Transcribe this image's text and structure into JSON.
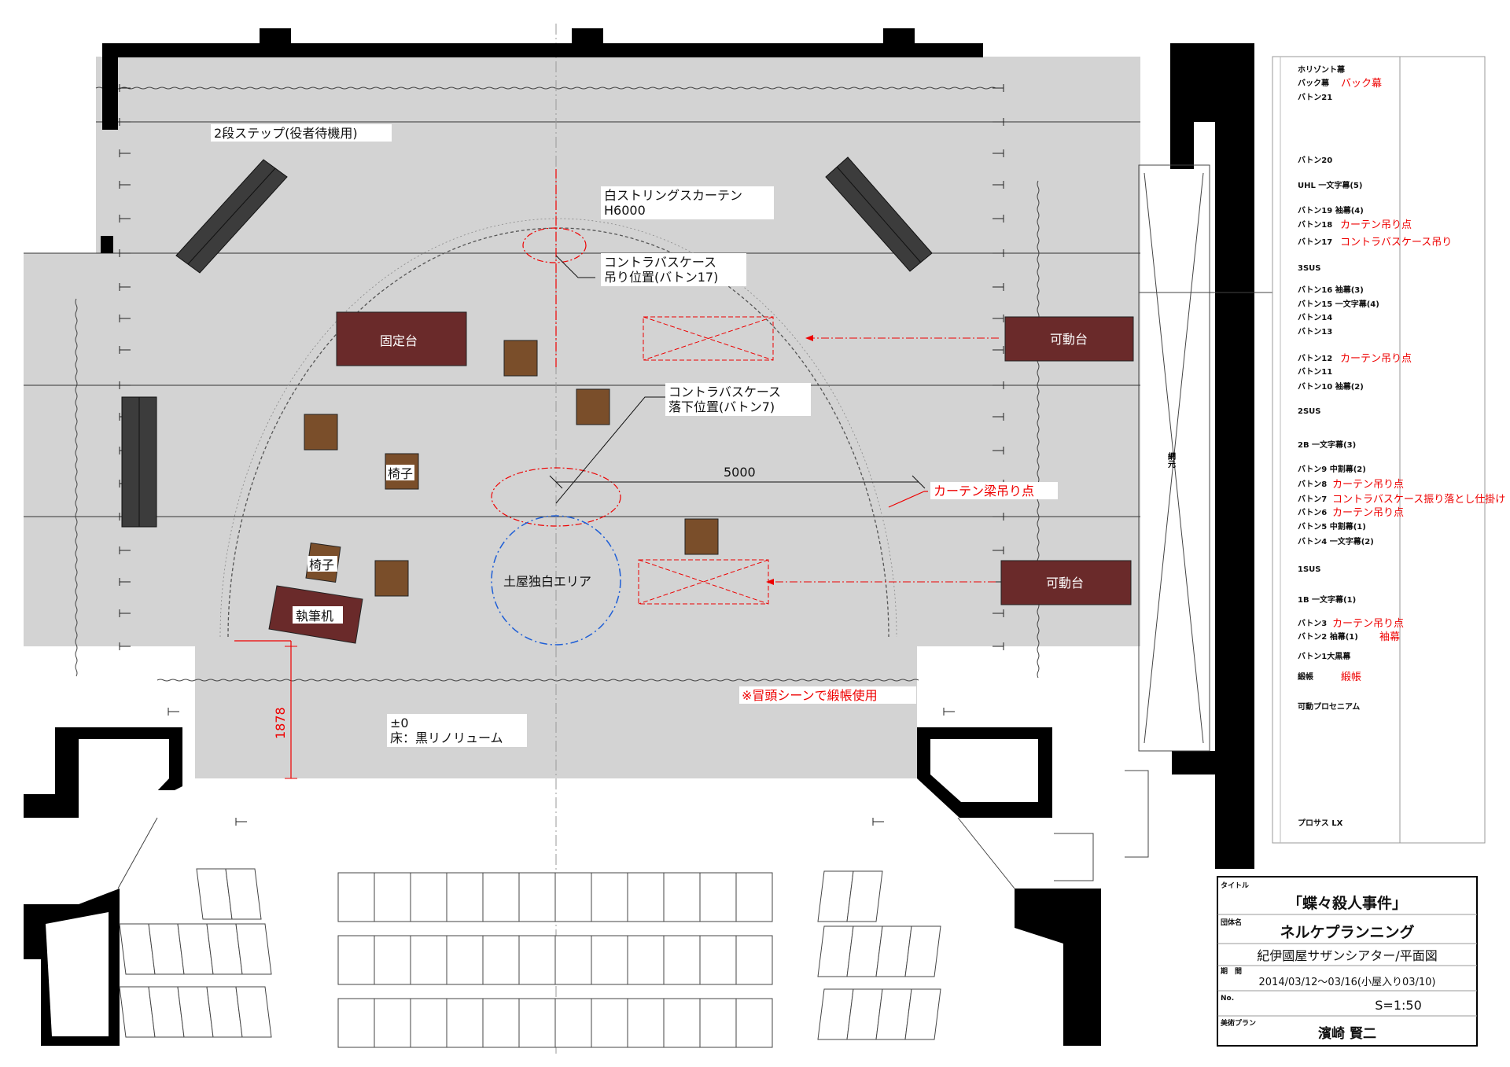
{
  "stage": {
    "step_label": "2段ステップ(役者待機用)",
    "curtain_label_1": "白ストリングスカーテン",
    "curtain_label_2": "H6000",
    "cb_hang_1": "コントラバスケース",
    "cb_hang_2": "吊り位置(バトン17)",
    "cb_drop_1": "コントラバスケース",
    "cb_drop_2": "落下位置(バトン7)",
    "fixed_platform": "固定台",
    "movable_platform_1": "可動台",
    "movable_platform_2": "可動台",
    "chair_1": "椅子",
    "chair_2": "椅子",
    "desk": "執筆机",
    "dimension_5000": "5000",
    "curtain_beam_label": "カーテン梁吊り点",
    "monologue_area": "土屋独白エリア",
    "dimension_1878": "1878",
    "opening_note": "※冒頭シーンで緞帳使用",
    "floor_level": "±0",
    "floor_material": "床：黒リノリューム",
    "gallery_label": "網元"
  },
  "battens": [
    {
      "black": "ホリゾント幕",
      "red": ""
    },
    {
      "black": "バック幕",
      "red": "バック幕"
    },
    {
      "black": "バトン21",
      "red": ""
    },
    {
      "black": "バトン20",
      "red": ""
    },
    {
      "black": "UHL 一文字幕(5)",
      "red": ""
    },
    {
      "black": "バトン19 袖幕(4)",
      "red": ""
    },
    {
      "black": "バトン18",
      "red": "カーテン吊り点"
    },
    {
      "black": "バトン17",
      "red": "コントラバスケース吊り"
    },
    {
      "black": "3SUS",
      "red": ""
    },
    {
      "black": "バトン16 袖幕(3)",
      "red": ""
    },
    {
      "black": "バトン15 一文字幕(4)",
      "red": ""
    },
    {
      "black": "バトン14",
      "red": ""
    },
    {
      "black": "バトン13",
      "red": ""
    },
    {
      "black": "バトン12",
      "red": "カーテン吊り点"
    },
    {
      "black": "バトン11",
      "red": ""
    },
    {
      "black": "バトン10 袖幕(2)",
      "red": ""
    },
    {
      "black": "2SUS",
      "red": ""
    },
    {
      "black": "2B 一文字幕(3)",
      "red": ""
    },
    {
      "black": "バトン9 中割幕(2)",
      "red": ""
    },
    {
      "black": "バトン8",
      "red": "カーテン吊り点"
    },
    {
      "black": "バトン7",
      "red": "コントラバスケース振り落とし仕掛け"
    },
    {
      "black": "バトン6",
      "red": "カーテン吊り点"
    },
    {
      "black": "バトン5 中割幕(1)",
      "red": ""
    },
    {
      "black": "バトン4 一文字幕(2)",
      "red": ""
    },
    {
      "black": "1SUS",
      "red": ""
    },
    {
      "black": "1B 一文字幕(1)",
      "red": ""
    },
    {
      "black": "バトン3",
      "red": "カーテン吊り点"
    },
    {
      "black": "バトン2 袖幕(1)",
      "red": "袖幕"
    },
    {
      "black": "バトン1大黒幕",
      "red": ""
    },
    {
      "black": "緞帳",
      "red": "緞帳"
    },
    {
      "black": "可動プロセニアム",
      "red": ""
    },
    {
      "black": "プロサス LX",
      "red": ""
    }
  ],
  "title_block": {
    "title_label": "タイトル",
    "title": "「蝶々殺人事件」",
    "company_label": "団体名",
    "company": "ネルケプランニング",
    "venue": "紀伊國屋サザンシアター/平面図",
    "period_label": "期　間",
    "period": "2014/03/12〜03/16(小屋入り03/10)",
    "no_label": "No.",
    "scale": "S=1:50",
    "designer_label": "美術プラン",
    "designer": "濱崎 賢二"
  },
  "colors": {
    "stage_floor": "#d3d3d3",
    "wall": "#000000",
    "platform": "#6a2a2a",
    "box": "#7a4e2a",
    "step": "#3c3c3c",
    "annotation_red": "#e00000",
    "monologue_blue": "#1f5fd6"
  }
}
